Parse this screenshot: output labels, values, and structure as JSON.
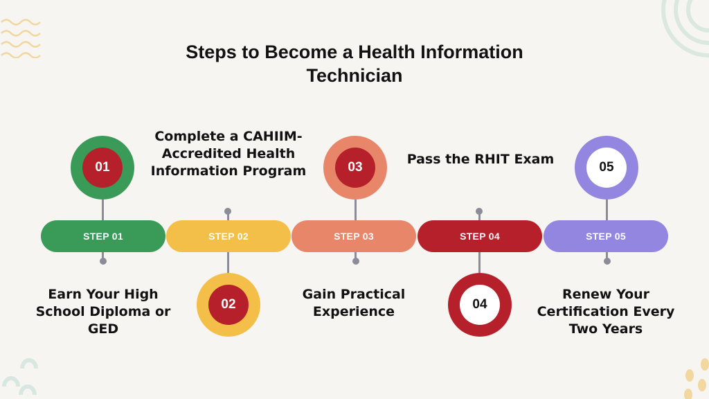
{
  "title": "Steps to Become a Health Information Technician",
  "steps": [
    {
      "number": "01",
      "label": "STEP 01",
      "text": "Earn Your High School Diploma or GED",
      "color": "#3a9a57",
      "inner_color": "#b5202a",
      "number_color": "#ffffff"
    },
    {
      "number": "02",
      "label": "STEP 02",
      "text": "Complete a CAHIIM-Accredited Health Information Program",
      "color": "#f3bf48",
      "inner_color": "#b5202a",
      "number_color": "#ffffff"
    },
    {
      "number": "03",
      "label": "STEP 03",
      "text": "Gain Practical Experience",
      "color": "#e8866a",
      "inner_color": "#b5202a",
      "number_color": "#ffffff"
    },
    {
      "number": "04",
      "label": "STEP 04",
      "text": "Pass the RHIT Exam",
      "color": "#b5202a",
      "inner_color": "#ffffff",
      "number_color": "#111111"
    },
    {
      "number": "05",
      "label": "STEP 05",
      "text": "Renew Your Certification Every Two Years",
      "color": "#9286e0",
      "inner_color": "#ffffff",
      "number_color": "#111111"
    }
  ]
}
